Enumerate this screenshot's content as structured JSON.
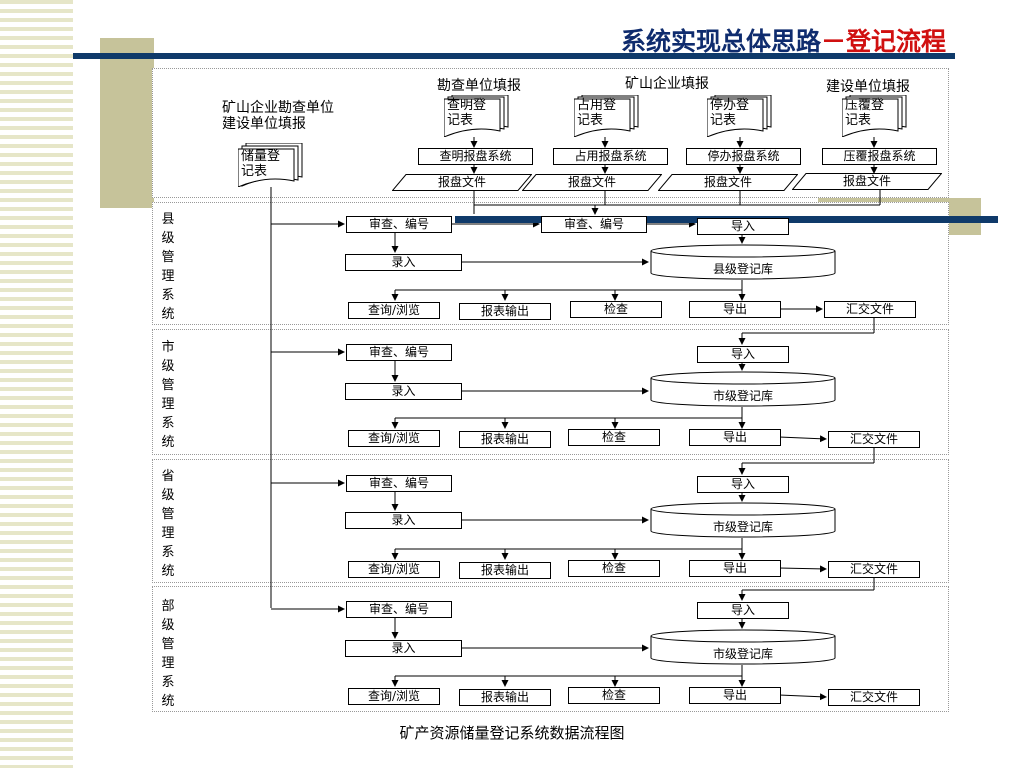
{
  "title": {
    "part1": "系统实现总体思路",
    "part2": "－登记流程"
  },
  "top": {
    "left_label": "矿山企业勘查单位建设单位填报",
    "survey_label": "勘查单位填报",
    "mine_label": "矿山企业填报",
    "construction_label": "建设单位填报",
    "reserve_doc": "储量登记表",
    "docs": [
      "查明登记表",
      "占用登记表",
      "停办登记表",
      "压覆登记表"
    ],
    "systems": [
      "查明报盘系统",
      "占用报盘系统",
      "停办报盘系统",
      "压覆报盘系统"
    ],
    "files": [
      "报盘文件",
      "报盘文件",
      "报盘文件",
      "报盘文件"
    ]
  },
  "sections": [
    {
      "label": "县级管理系统",
      "review": "审查、编号",
      "review2": "审查、编号",
      "import": "导入",
      "entry": "录入",
      "db": "县级登记库",
      "query": "查询/浏览",
      "report": "报表输出",
      "check": "检查",
      "export": "导出",
      "summary": "汇交文件"
    },
    {
      "label": "市级管理系统",
      "review": "审查、编号",
      "import": "导入",
      "entry": "录入",
      "db": "市级登记库",
      "query": "查询/浏览",
      "report": "报表输出",
      "check": "检查",
      "export": "导出",
      "summary": "汇交文件"
    },
    {
      "label": "省级管理系统",
      "review": "审查、编号",
      "import": "导入",
      "entry": "录入",
      "db": "市级登记库",
      "query": "查询/浏览",
      "report": "报表输出",
      "check": "检查",
      "export": "导出",
      "summary": "汇交文件"
    },
    {
      "label": "部级管理系统",
      "review": "审查、编号",
      "import": "导入",
      "entry": "录入",
      "db": "市级登记库",
      "query": "查询/浏览",
      "report": "报表输出",
      "check": "检查",
      "export": "导出",
      "summary": "汇交文件"
    }
  ],
  "caption": "矿产资源储量登记系统数据流程图",
  "colors": {
    "title_blue": "#0f2c6e",
    "title_red": "#d01010",
    "navy_bar": "#0f3a6a",
    "olive": "#c6c39a",
    "stripe": "#e6e6c8"
  }
}
